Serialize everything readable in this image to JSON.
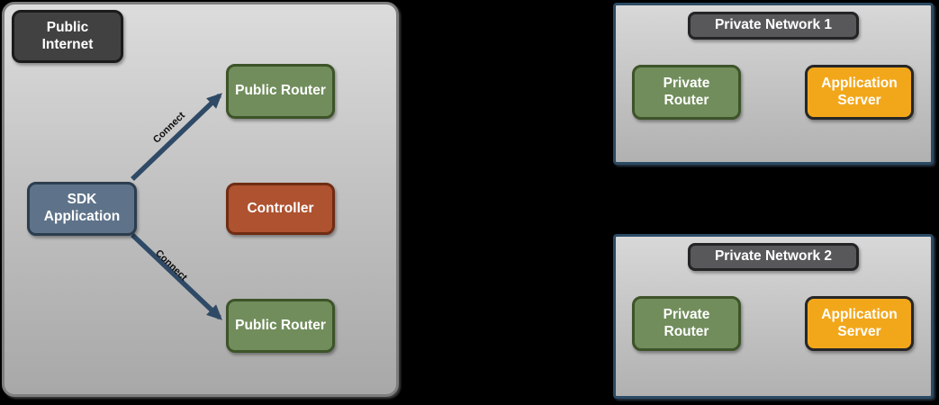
{
  "public_internet_zone": {
    "label": "Public Internet",
    "nodes": {
      "public_router_top": "Public Router",
      "sdk_application": "SDK Application",
      "controller": "Controller",
      "public_router_bottom": "Public Router"
    },
    "connections": [
      {
        "label": "Connect"
      },
      {
        "label": "Connect"
      }
    ]
  },
  "private_networks": [
    {
      "title": "Private Network 1",
      "router_label": "Private Router",
      "server_label": "Application Server"
    },
    {
      "title": "Private Network 2",
      "router_label": "Private Router",
      "server_label": "Application Server"
    }
  ],
  "colors": {
    "background": "#000000",
    "zone_fill_top": "#dcdcdc",
    "zone_fill_bottom": "#a8a8a8",
    "public_zone_border": "#7e7e7e",
    "private_zone_border": "#2b4a64",
    "node_dark": "#414141",
    "node_green": "#718d5c",
    "node_slate": "#5e7389",
    "node_rust": "#ae5230",
    "node_orange": "#f2a71b",
    "title_badge": "#58585a",
    "arrow": "#2f4a66",
    "node_text": "#ffffff",
    "connect_text": "#0e0e0e"
  }
}
